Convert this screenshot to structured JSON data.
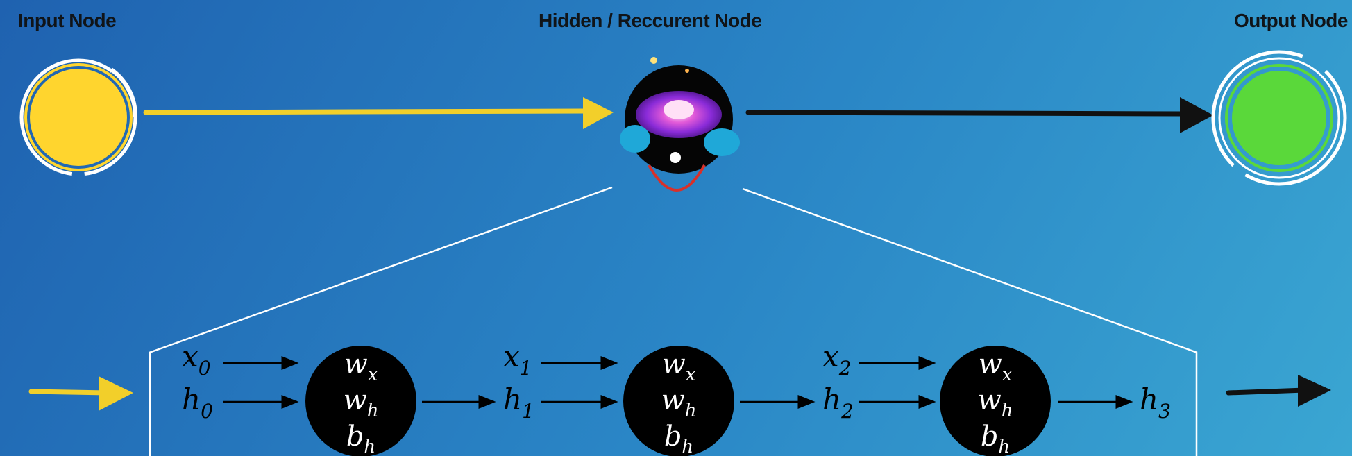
{
  "titles": {
    "input": "Input Node",
    "hidden": "Hidden / Reccurent Node",
    "output": "Output Node"
  },
  "colors": {
    "input_node": "#ffd52e",
    "output_node": "#5ad83a",
    "input_arrow": "#f2cf2a",
    "output_arrow": "#111111",
    "cell": "#000000",
    "cell_text": "#ffffff"
  },
  "unrolled": {
    "inputs": [
      {
        "var": "x",
        "sub": "0"
      },
      {
        "var": "x",
        "sub": "1"
      },
      {
        "var": "x",
        "sub": "2"
      }
    ],
    "hidden_states": [
      {
        "var": "h",
        "sub": "0"
      },
      {
        "var": "h",
        "sub": "1"
      },
      {
        "var": "h",
        "sub": "2"
      },
      {
        "var": "h",
        "sub": "3"
      }
    ],
    "cell_params": [
      {
        "var": "w",
        "sub": "x"
      },
      {
        "var": "w",
        "sub": "h"
      },
      {
        "var": "b",
        "sub": "h"
      }
    ]
  }
}
